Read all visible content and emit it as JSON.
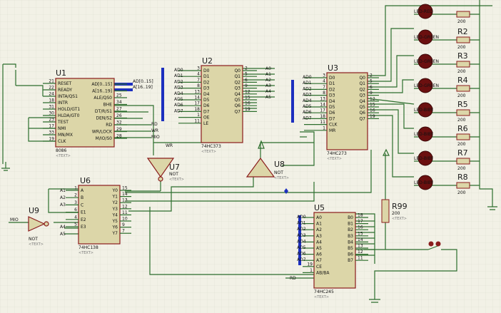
{
  "u1": {
    "ref": "U1",
    "part": "8086",
    "sub": "<TEXT>",
    "left_pins": [
      "RESET",
      "READY",
      "INTA/QS1",
      "INTR",
      "HOLD/GT1",
      "HLDA/GT0",
      "TEST",
      "NMI",
      "MN/MX",
      "CLK"
    ],
    "left_nums": [
      "21",
      "22",
      "24",
      "18",
      "31",
      "30",
      "23",
      "17",
      "33",
      "19"
    ],
    "right_pins": [
      "AD[0..15]",
      "A[16..19]",
      "ALE/QS0",
      "BHE",
      "DT/R/S1",
      "DEN/S2",
      "RD",
      "WR/LOCK",
      "M/IO/S0"
    ],
    "right_nums": [
      "",
      "",
      "25",
      "34",
      "27",
      "26",
      "32",
      "29",
      "28"
    ],
    "bus_labels": [
      "AD[0..15]",
      "A[16..19]"
    ],
    "net_labels": [
      "RD",
      "WR",
      "MIO"
    ]
  },
  "u2": {
    "ref": "U2",
    "part": "74HC373",
    "sub": "<TEXT>",
    "left_pins": [
      "D0",
      "D1",
      "D2",
      "D3",
      "D4",
      "D5",
      "D6",
      "D7",
      "OE",
      "LE"
    ],
    "left_nums": [
      "3",
      "4",
      "7",
      "8",
      "13",
      "14",
      "17",
      "18",
      "1",
      "11"
    ],
    "right_pins": [
      "Q0",
      "Q1",
      "Q2",
      "Q3",
      "Q4",
      "Q5",
      "Q6",
      "Q7"
    ],
    "right_nums": [
      "2",
      "5",
      "6",
      "9",
      "12",
      "15",
      "16",
      "19"
    ],
    "in_labels": [
      "AD0",
      "AD1",
      "AD2",
      "AD3",
      "AD4",
      "AD5",
      "AD6",
      "AD7"
    ],
    "out_labels": [
      "A0",
      "A1",
      "A2",
      "A3",
      "A4",
      "A5"
    ]
  },
  "u3": {
    "ref": "U3",
    "part": "74HC273",
    "sub": "<TEXT>",
    "left_pins": [
      "D0",
      "D1",
      "D2",
      "D3",
      "D4",
      "D5",
      "D6",
      "D7",
      "CLK",
      "MR"
    ],
    "left_nums": [
      "3",
      "4",
      "7",
      "8",
      "13",
      "14",
      "17",
      "18",
      "11",
      "1"
    ],
    "right_pins": [
      "Q0",
      "Q1",
      "Q2",
      "Q3",
      "Q4",
      "Q5",
      "Q6",
      "Q7"
    ],
    "right_nums": [
      "2",
      "5",
      "6",
      "9",
      "12",
      "15",
      "16",
      "19"
    ],
    "in_labels": [
      "AD0",
      "AD1",
      "AD2",
      "AD3",
      "AD4",
      "AD5",
      "AD6",
      "AD7"
    ]
  },
  "u5": {
    "ref": "U5",
    "part": "74HC245",
    "sub": "<TEXT>",
    "left_pins": [
      "A0",
      "A1",
      "A2",
      "A3",
      "A4",
      "A5",
      "A6",
      "A7",
      "CE",
      "AB/BA"
    ],
    "left_nums": [
      "",
      "",
      "",
      "",
      "",
      "",
      "",
      "",
      "19",
      "1"
    ],
    "right_pins": [
      "B0",
      "B1",
      "B2",
      "B3",
      "B4",
      "B5",
      "B6",
      "B7"
    ],
    "right_nums": [
      "18",
      "17",
      "16",
      "15",
      "14",
      "13",
      "12",
      "11"
    ],
    "in_labels": [
      "AD0",
      "AD1",
      "AD2",
      "AD3",
      "AD4",
      "AD5",
      "AD6",
      "AD7"
    ],
    "net_labels": [
      "RD"
    ]
  },
  "u6": {
    "ref": "U6",
    "part": "74HC138",
    "sub": "<TEXT>",
    "left_pins": [
      "A",
      "B",
      "C",
      "E1",
      "E2",
      "E3"
    ],
    "left_nums": [
      "1",
      "2",
      "3",
      "6",
      "4",
      "5"
    ],
    "right_pins": [
      "Y0",
      "Y1",
      "Y2",
      "Y3",
      "Y4",
      "Y5",
      "Y6",
      "Y7"
    ],
    "right_nums": [
      "15",
      "14",
      "13",
      "12",
      "11",
      "10",
      "9",
      "7"
    ],
    "in_labels": [
      "A1",
      "A2",
      "A3",
      "A4",
      "A5"
    ]
  },
  "u7": {
    "ref": "U7",
    "part": "NOT",
    "sub": "<TEXT>",
    "net": "WR"
  },
  "u8": {
    "ref": "U8",
    "part": "NOT",
    "sub": "<TEXT>"
  },
  "u9": {
    "ref": "U9",
    "part": "NOT",
    "sub": "<TEXT>",
    "net": "MIO"
  },
  "leds": [
    {
      "ref": "",
      "name": "LED-RED",
      "res": "200"
    },
    {
      "ref": "R2",
      "name": "LED-GREEN",
      "res": "200"
    },
    {
      "ref": "R3",
      "name": "LED-GREEN",
      "res": "200"
    },
    {
      "ref": "R4",
      "name": "LED-GREEN",
      "res": "200"
    },
    {
      "ref": "R5",
      "name": "LED-BIBY",
      "res": "200"
    },
    {
      "ref": "R6",
      "name": "LED-BIBY",
      "res": "200"
    },
    {
      "ref": "R7",
      "name": "LED-BIBY",
      "res": "200"
    },
    {
      "ref": "R8",
      "name": "LED-BIBY",
      "res": "200"
    }
  ],
  "r99": {
    "ref": "R99",
    "value": "200",
    "sub": "<TEXT>"
  },
  "colors": {
    "bg": "#f2f1e6",
    "grid": "#dcdccc",
    "wire": "#2c6e2c",
    "bus": "#1c2fbf",
    "chip_fill": "#dcd6a8",
    "chip_stroke": "#8a1c1c",
    "led": "#6b0f0f"
  }
}
